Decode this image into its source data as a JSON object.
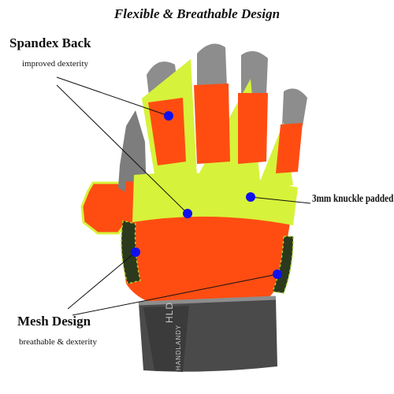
{
  "title": "Flexible & Breathable Design",
  "spandex": {
    "heading": "Spandex Back",
    "sub": "improved dexterity"
  },
  "mesh": {
    "heading": "Mesh Design",
    "sub": "breathable & dexterity"
  },
  "knuckle": {
    "label": "3mm knuckle padded"
  },
  "brand": {
    "logo": "HLD",
    "name": "HANDLANDY"
  },
  "colors": {
    "orange": "#ff4d12",
    "hiviz_yellow": "#d7f23a",
    "grey": "#8d8d8d",
    "dark_grey": "#4a4a4a",
    "dot_blue": "#1010ee"
  }
}
